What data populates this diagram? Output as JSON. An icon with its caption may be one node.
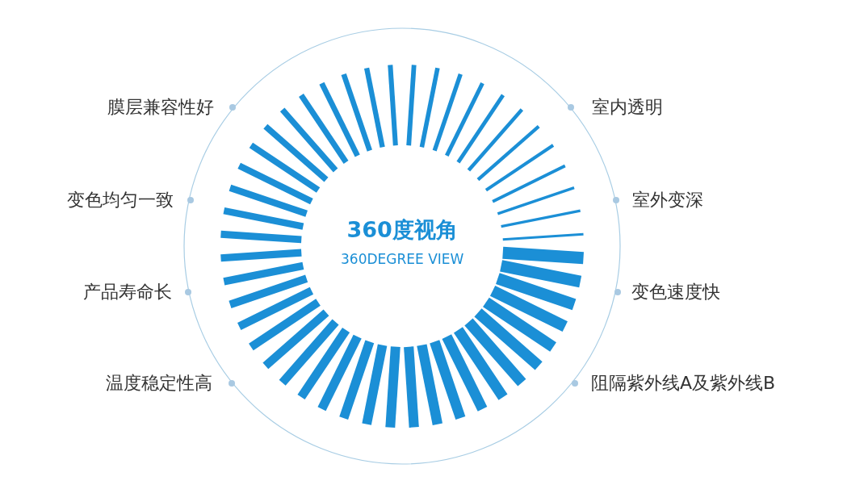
{
  "diagram": {
    "title": "360度视角",
    "labels": [
      "膜层兼容性好",
      "室内透明",
      "变色均匀一致",
      "室外变深",
      "360DEGREE VIEW",
      "产品寿命长",
      "变色速度快",
      "温度稳定性高",
      "阻隔紫外线A及紫外线B"
    ]
  }
}
